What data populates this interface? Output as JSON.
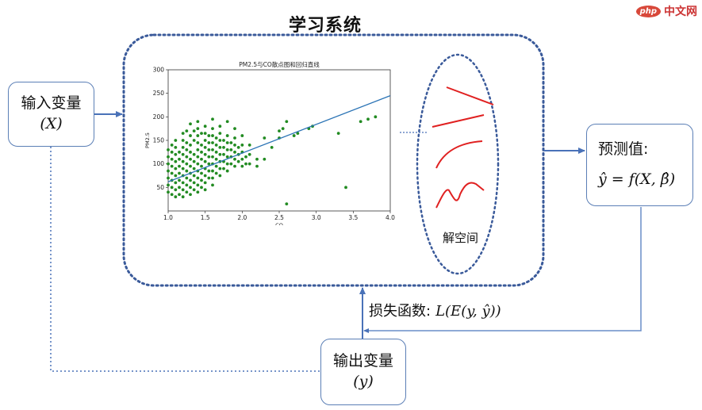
{
  "title": "学习系统",
  "input_box": {
    "label": "输入变量",
    "var": "(X)"
  },
  "output_box": {
    "label": "输出变量",
    "var": "(y)"
  },
  "prediction_box": {
    "label": "预测值:",
    "formula": "ŷ = f(X, β̂)"
  },
  "loss": {
    "label": "损失函数:",
    "formula": "L(E(y, ŷ))"
  },
  "solution_space": {
    "label": "解空间"
  },
  "watermark": {
    "logo": "php",
    "text": "中文网"
  },
  "colors": {
    "frame": "#3a5a9a",
    "arrow": "#4a72b8",
    "points": "#228b22",
    "line": "#2a73b5",
    "curves": "#e02020"
  },
  "chart_data": {
    "type": "scatter",
    "title": "PM2.5与CO散点图和回归直线",
    "xlabel": "CO",
    "ylabel": "PM2.5",
    "xlim": [
      1.0,
      4.0
    ],
    "ylim": [
      0,
      300
    ],
    "xticks": [
      "1.0",
      "1.5",
      "2.0",
      "2.5",
      "3.0",
      "3.5",
      "4.0"
    ],
    "yticks": [
      "300",
      "250",
      "200",
      "150",
      "100",
      "50"
    ],
    "regression_line": {
      "x": [
        1.0,
        4.0
      ],
      "y": [
        62,
        245
      ]
    },
    "points": [
      [
        1.0,
        40
      ],
      [
        1.0,
        55
      ],
      [
        1.0,
        70
      ],
      [
        1.0,
        85
      ],
      [
        1.0,
        100
      ],
      [
        1.0,
        115
      ],
      [
        1.0,
        130
      ],
      [
        1.05,
        35
      ],
      [
        1.05,
        50
      ],
      [
        1.05,
        65
      ],
      [
        1.05,
        80
      ],
      [
        1.05,
        95
      ],
      [
        1.05,
        110
      ],
      [
        1.05,
        125
      ],
      [
        1.05,
        140
      ],
      [
        1.1,
        30
      ],
      [
        1.1,
        45
      ],
      [
        1.1,
        60
      ],
      [
        1.1,
        75
      ],
      [
        1.1,
        90
      ],
      [
        1.1,
        105
      ],
      [
        1.1,
        120
      ],
      [
        1.1,
        135
      ],
      [
        1.1,
        150
      ],
      [
        1.15,
        35
      ],
      [
        1.15,
        50
      ],
      [
        1.15,
        65
      ],
      [
        1.15,
        80
      ],
      [
        1.15,
        95
      ],
      [
        1.15,
        110
      ],
      [
        1.15,
        125
      ],
      [
        1.2,
        30
      ],
      [
        1.2,
        45
      ],
      [
        1.2,
        60
      ],
      [
        1.2,
        75
      ],
      [
        1.2,
        90
      ],
      [
        1.2,
        105
      ],
      [
        1.2,
        120
      ],
      [
        1.2,
        135
      ],
      [
        1.2,
        150
      ],
      [
        1.2,
        165
      ],
      [
        1.25,
        40
      ],
      [
        1.25,
        55
      ],
      [
        1.25,
        70
      ],
      [
        1.25,
        85
      ],
      [
        1.25,
        100
      ],
      [
        1.25,
        115
      ],
      [
        1.25,
        130
      ],
      [
        1.25,
        145
      ],
      [
        1.25,
        170
      ],
      [
        1.3,
        35
      ],
      [
        1.3,
        50
      ],
      [
        1.3,
        65
      ],
      [
        1.3,
        80
      ],
      [
        1.3,
        95
      ],
      [
        1.3,
        110
      ],
      [
        1.3,
        125
      ],
      [
        1.3,
        140
      ],
      [
        1.3,
        160
      ],
      [
        1.3,
        185
      ],
      [
        1.35,
        45
      ],
      [
        1.35,
        60
      ],
      [
        1.35,
        75
      ],
      [
        1.35,
        90
      ],
      [
        1.35,
        105
      ],
      [
        1.35,
        120
      ],
      [
        1.35,
        150
      ],
      [
        1.35,
        170
      ],
      [
        1.4,
        40
      ],
      [
        1.4,
        55
      ],
      [
        1.4,
        70
      ],
      [
        1.4,
        85
      ],
      [
        1.4,
        100
      ],
      [
        1.4,
        115
      ],
      [
        1.4,
        130
      ],
      [
        1.4,
        145
      ],
      [
        1.4,
        160
      ],
      [
        1.4,
        175
      ],
      [
        1.4,
        190
      ],
      [
        1.45,
        50
      ],
      [
        1.45,
        65
      ],
      [
        1.45,
        80
      ],
      [
        1.45,
        95
      ],
      [
        1.45,
        110
      ],
      [
        1.45,
        125
      ],
      [
        1.45,
        140
      ],
      [
        1.45,
        165
      ],
      [
        1.5,
        45
      ],
      [
        1.5,
        60
      ],
      [
        1.5,
        75
      ],
      [
        1.5,
        90
      ],
      [
        1.5,
        105
      ],
      [
        1.5,
        120
      ],
      [
        1.5,
        135
      ],
      [
        1.5,
        150
      ],
      [
        1.5,
        165
      ],
      [
        1.5,
        180
      ],
      [
        1.55,
        70
      ],
      [
        1.55,
        85
      ],
      [
        1.55,
        100
      ],
      [
        1.55,
        115
      ],
      [
        1.55,
        130
      ],
      [
        1.55,
        145
      ],
      [
        1.55,
        160
      ],
      [
        1.6,
        55
      ],
      [
        1.6,
        70
      ],
      [
        1.6,
        85
      ],
      [
        1.6,
        100
      ],
      [
        1.6,
        115
      ],
      [
        1.6,
        130
      ],
      [
        1.6,
        145
      ],
      [
        1.6,
        160
      ],
      [
        1.6,
        175
      ],
      [
        1.6,
        195
      ],
      [
        1.65,
        80
      ],
      [
        1.65,
        95
      ],
      [
        1.65,
        110
      ],
      [
        1.65,
        125
      ],
      [
        1.65,
        140
      ],
      [
        1.65,
        155
      ],
      [
        1.7,
        75
      ],
      [
        1.7,
        90
      ],
      [
        1.7,
        105
      ],
      [
        1.7,
        120
      ],
      [
        1.7,
        135
      ],
      [
        1.7,
        150
      ],
      [
        1.7,
        165
      ],
      [
        1.7,
        180
      ],
      [
        1.75,
        90
      ],
      [
        1.75,
        105
      ],
      [
        1.75,
        120
      ],
      [
        1.75,
        135
      ],
      [
        1.75,
        150
      ],
      [
        1.8,
        85
      ],
      [
        1.8,
        100
      ],
      [
        1.8,
        115
      ],
      [
        1.8,
        130
      ],
      [
        1.8,
        145
      ],
      [
        1.8,
        160
      ],
      [
        1.8,
        190
      ],
      [
        1.85,
        100
      ],
      [
        1.85,
        115
      ],
      [
        1.85,
        130
      ],
      [
        1.85,
        145
      ],
      [
        1.9,
        95
      ],
      [
        1.9,
        110
      ],
      [
        1.9,
        125
      ],
      [
        1.9,
        140
      ],
      [
        1.9,
        155
      ],
      [
        1.9,
        175
      ],
      [
        1.95,
        105
      ],
      [
        1.95,
        120
      ],
      [
        1.95,
        135
      ],
      [
        2.0,
        95
      ],
      [
        2.0,
        110
      ],
      [
        2.0,
        125
      ],
      [
        2.0,
        140
      ],
      [
        2.0,
        160
      ],
      [
        2.05,
        100
      ],
      [
        2.05,
        115
      ],
      [
        2.1,
        100
      ],
      [
        2.1,
        120
      ],
      [
        2.1,
        140
      ],
      [
        2.2,
        95
      ],
      [
        2.2,
        110
      ],
      [
        2.3,
        110
      ],
      [
        2.3,
        155
      ],
      [
        2.4,
        135
      ],
      [
        2.5,
        155
      ],
      [
        2.5,
        170
      ],
      [
        2.55,
        175
      ],
      [
        2.6,
        190
      ],
      [
        2.6,
        15
      ],
      [
        2.7,
        160
      ],
      [
        2.75,
        165
      ],
      [
        2.9,
        175
      ],
      [
        2.95,
        180
      ],
      [
        3.3,
        165
      ],
      [
        3.4,
        50
      ],
      [
        3.6,
        190
      ],
      [
        3.7,
        195
      ],
      [
        3.8,
        200
      ]
    ]
  }
}
